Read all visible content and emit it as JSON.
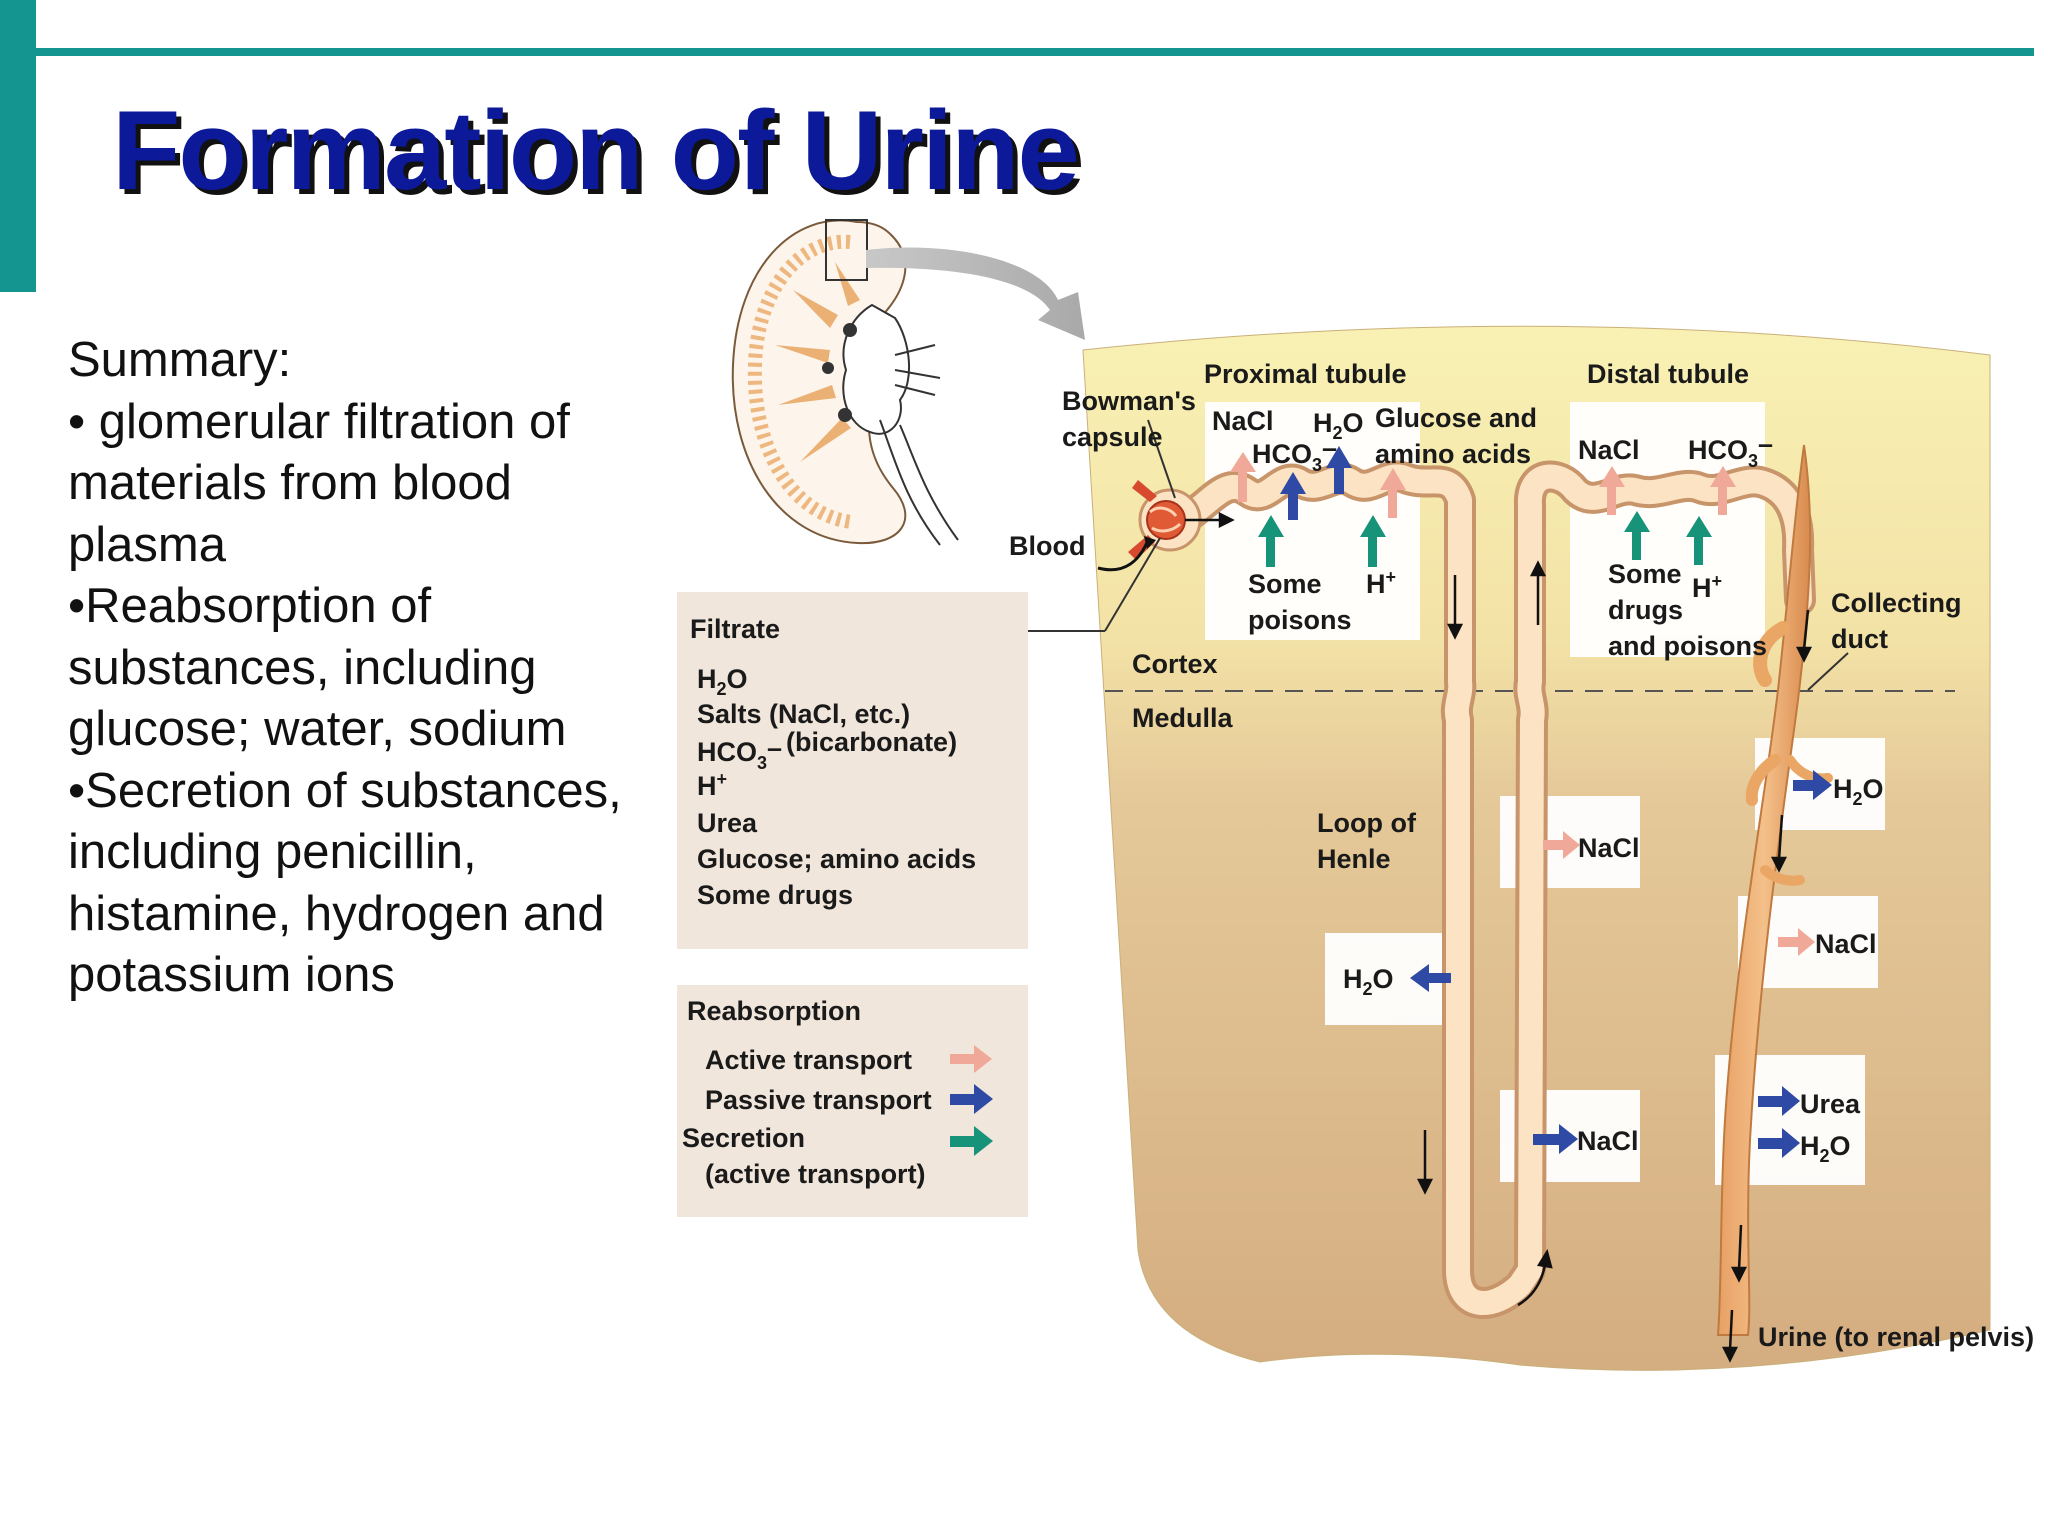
{
  "title": "Formation of Urine",
  "summary": {
    "lines": [
      "Summary:",
      "• glomerular filtration of",
      "materials from blood",
      "plasma",
      "•Reabsorption of",
      "substances, including",
      "glucose; water, sodium",
      "•Secretion of substances,",
      "including penicillin,",
      "histamine, hydrogen and",
      "potassium ions"
    ]
  },
  "colors": {
    "accent": "#14958f",
    "title": "#0c1a9a",
    "active_transport": "#f0a898",
    "passive_transport": "#2f4aa4",
    "secretion": "#17937a",
    "cortex": "#f8eeaa",
    "medulla": "#d9b58a",
    "tubule": "#f8d9b0"
  },
  "diagram": {
    "labels": {
      "proximal_tubule": "Proximal tubule",
      "distal_tubule": "Distal tubule",
      "bowmans_1": "Bowman's",
      "bowmans_2": "capsule",
      "blood": "Blood",
      "cortex": "Cortex",
      "medulla": "Medulla",
      "loop_1": "Loop of",
      "loop_2": "Henle",
      "collecting_1": "Collecting",
      "collecting_2": "duct",
      "urine": "Urine (to renal pelvis)"
    },
    "proximal": {
      "nacl": "NaCl",
      "h2o_h": "H",
      "h2o_2": "2",
      "h2o_o": "O",
      "hco3_a": "HCO",
      "hco3_3": "3",
      "hco3_minus": "–",
      "glucose_1": "Glucose and",
      "glucose_2": "amino acids",
      "poisons_1": "Some",
      "poisons_2": "poisons",
      "hplus": "H",
      "plus": "+"
    },
    "distal": {
      "nacl": "NaCl",
      "hco3_a": "HCO",
      "hco3_3": "3",
      "hco3_minus": "–",
      "drugs_1": "Some",
      "drugs_2": "drugs",
      "drugs_3": "and poisons",
      "hplus": "H",
      "plus": "+"
    },
    "medulla_boxes": {
      "loop_nacl_1": "NaCl",
      "loop_h2o_h": "H",
      "loop_h2o_2": "2",
      "loop_h2o_o": "O",
      "loop_nacl_2": "NaCl",
      "cd_h2o_1_h": "H",
      "cd_h2o_1_2": "2",
      "cd_h2o_1_o": "O",
      "cd_nacl": "NaCl",
      "cd_urea": "Urea",
      "cd_h2o_2_h": "H",
      "cd_h2o_2_2": "2",
      "cd_h2o_2_o": "O"
    },
    "filtrate": {
      "label": "Filtrate",
      "h2o_h": "H",
      "h2o_2": "2",
      "h2o_o": "O",
      "salts": "Salts (NaCl, etc.)",
      "hco3_a": "HCO",
      "hco3_3": "3",
      "hco3_minus": "–",
      "bicarbonate": "(bicarbonate)",
      "hplus": "H",
      "plus": "+",
      "urea": "Urea",
      "glucose": "Glucose; amino acids",
      "drugs": "Some drugs"
    },
    "legend": {
      "reabsorption": "Reabsorption",
      "active": "Active transport",
      "passive": "Passive transport",
      "secretion": "Secretion",
      "secretion_sub": "(active transport)"
    }
  }
}
